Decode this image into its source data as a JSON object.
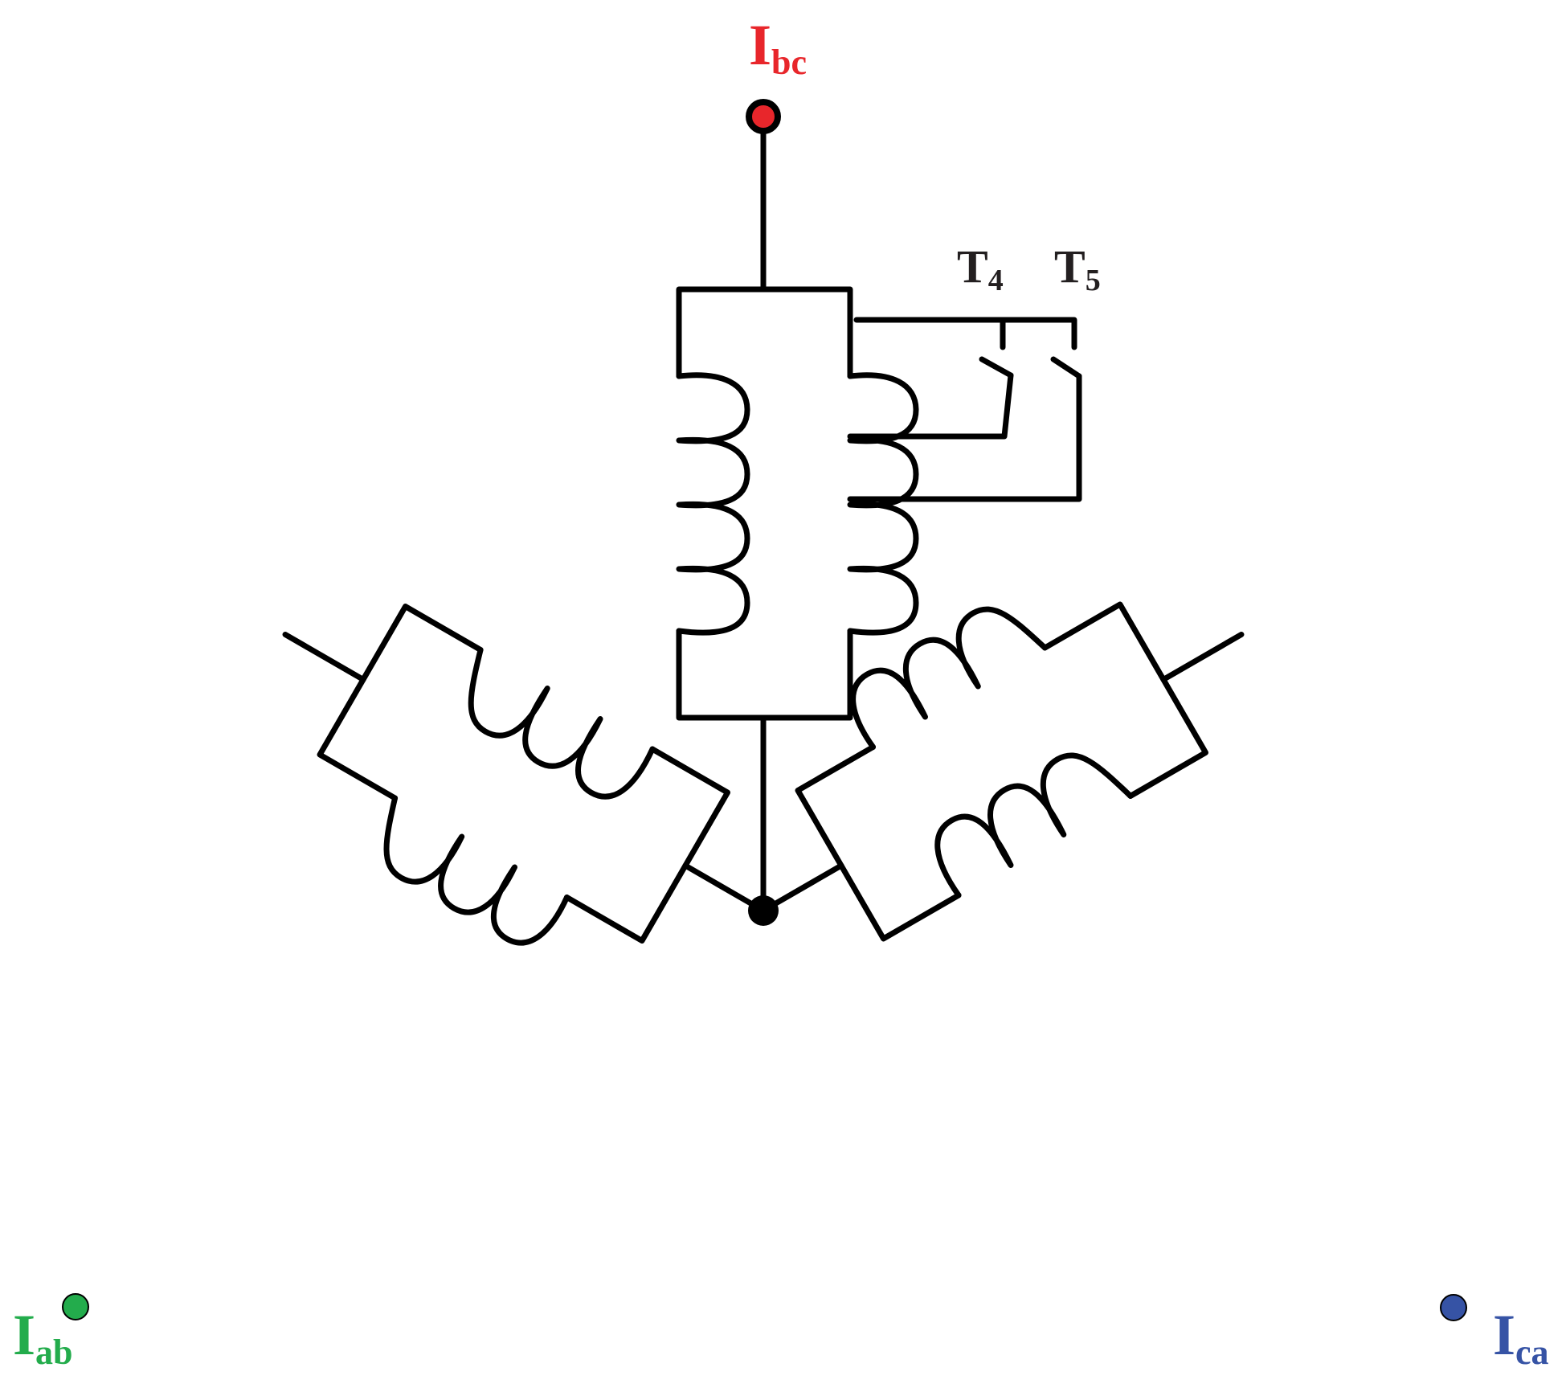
{
  "terminals": {
    "bc": {
      "main": "I",
      "sub": "bc",
      "color": "#e8262b"
    },
    "ab": {
      "main": "I",
      "sub": "ab",
      "color": "#23ac4c"
    },
    "ca": {
      "main": "I",
      "sub": "ca",
      "color": "#3653a5"
    }
  },
  "taps": {
    "t4": {
      "main": "T",
      "sub": "4"
    },
    "t5": {
      "main": "T",
      "sub": "5"
    }
  },
  "colors": {
    "wire": "#000000",
    "text": "#231f20"
  }
}
